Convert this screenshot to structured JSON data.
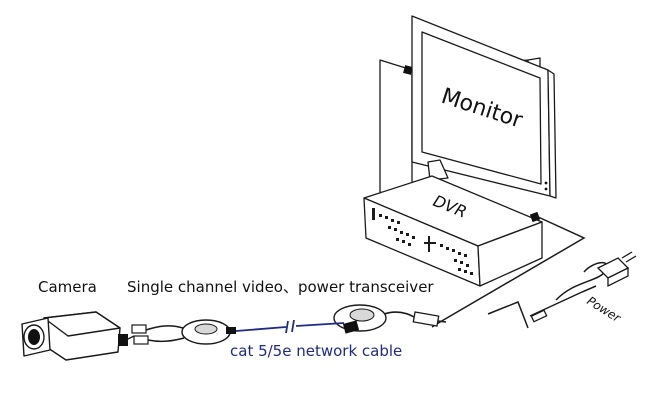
{
  "labels": {
    "monitor": "Monitor",
    "dvr": "DVR",
    "camera": "Camera",
    "transceiver": "Single channel video、power transceiver",
    "cable": "cat 5/5e network cable",
    "power": "Power"
  },
  "colors": {
    "line": "#1a1a1a",
    "cable": "#1f2a86",
    "label": "#111111",
    "cable_label": "#1f2a86",
    "screen_fill": "#ffffff",
    "body_fill": "#ffffff",
    "connector_fill": "#111111",
    "balun_fill": "#d8d8d8"
  },
  "icons": [
    "monitor-icon",
    "dvr-icon",
    "camera-icon",
    "transceiver-icon",
    "power-adapter-icon"
  ]
}
